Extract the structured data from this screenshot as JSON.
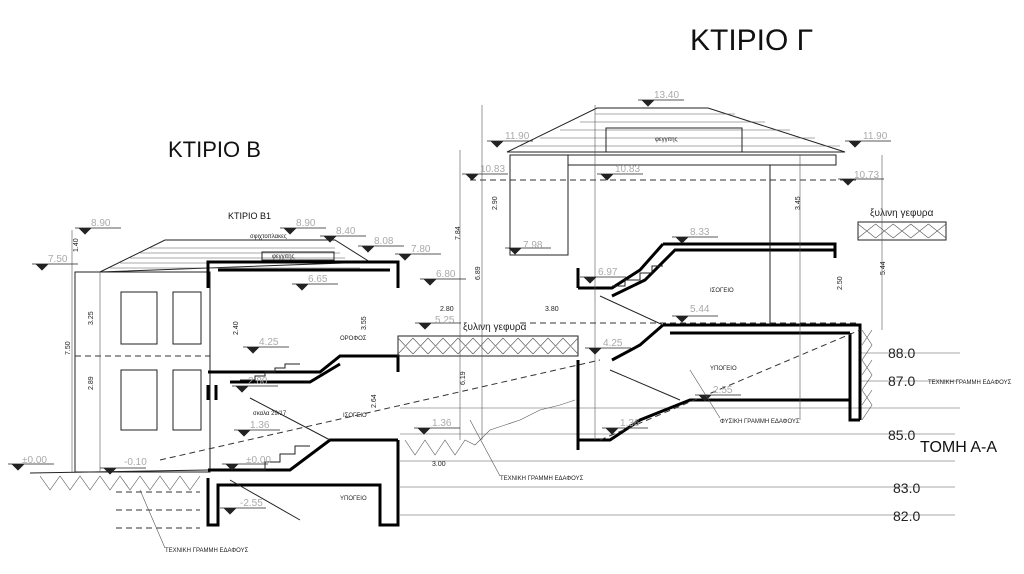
{
  "titles": {
    "building_g": "ΚΤΙΡΙΟ Γ",
    "building_b": "ΚΤΙΡΙΟ Β",
    "building_b1": "ΚΤΙΡΙΟ Β1",
    "section": "ΤΟΜΗ Α-Α"
  },
  "levels_b": [
    "8.90",
    "7.50",
    "8.90",
    "8.40",
    "8.08",
    "7.80",
    "6.65",
    "6.80",
    "4.25",
    "2.80",
    "1.36",
    "±0.00",
    "±0.00",
    "-0.10",
    "-2.55",
    "5.25"
  ],
  "levels_g": [
    "13.40",
    "11.90",
    "11.90",
    "10.83",
    "10.83",
    "10.73",
    "8.33",
    "6.97",
    "5.44",
    "4.25",
    "2.55",
    "1.36",
    "1.36",
    "7.98"
  ],
  "dims": [
    "2.80",
    "3.80",
    "3.00",
    "1.40",
    "3.25",
    "7.50",
    "2.89",
    "2.40",
    "3.55",
    "2.64",
    "2.90",
    "6.89",
    "7.84",
    "2.50",
    "3.45",
    "5.44",
    "6.19"
  ],
  "rooms": {
    "b_floor": "ΟΡΟΦΟΣ",
    "b_ground": "ΙΣΟΓΕΙΟ",
    "b_basement": "ΥΠΟΓΕΙΟ",
    "g_ground": "ΙΣΟΓΕΙΟ",
    "g_basement": "ΥΠΟΓΕΙΟ",
    "stair": "σκαλα 29/17",
    "skylight_b": "φεγγιτης",
    "skylight_g": "φεγγιτης",
    "roof_b": "σφιχτοπλακες"
  },
  "bridges": [
    "ξυλινη γεφυρα",
    "ξυλινη γεφυρα"
  ],
  "ground_notes": [
    "ΤΕΧΝΙΚΗ ΓΡΑΜΜΗ ΕΔΑΦΟΥΣ",
    "ΤΕΧΝΙΚΗ ΓΡΑΜΜΗ ΕΔΑΦΟΥΣ",
    "ΤΕΧΝΙΚΗ ΓΡΑΜΜΗ ΕΔΑΦΟΥΣ",
    "ΦΥΣΙΚΗ ΓΡΑΜΜΗ ΕΔΑΦΟΥΣ"
  ],
  "contours": [
    "88.0",
    "87.0",
    "85.0",
    "83.0",
    "82.0"
  ]
}
